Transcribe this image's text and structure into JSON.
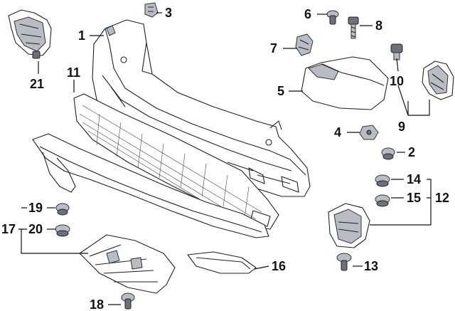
{
  "callouts": [
    {
      "id": "1",
      "label": "1"
    },
    {
      "id": "2",
      "label": "2"
    },
    {
      "id": "3",
      "label": "3"
    },
    {
      "id": "4",
      "label": "4"
    },
    {
      "id": "5",
      "label": "5"
    },
    {
      "id": "6",
      "label": "6"
    },
    {
      "id": "7",
      "label": "7"
    },
    {
      "id": "8",
      "label": "8"
    },
    {
      "id": "9",
      "label": "9"
    },
    {
      "id": "10",
      "label": "10"
    },
    {
      "id": "11",
      "label": "11"
    },
    {
      "id": "12",
      "label": "12"
    },
    {
      "id": "13",
      "label": "13"
    },
    {
      "id": "14",
      "label": "14"
    },
    {
      "id": "15",
      "label": "15"
    },
    {
      "id": "16",
      "label": "16"
    },
    {
      "id": "17",
      "label": "17"
    },
    {
      "id": "18",
      "label": "18"
    },
    {
      "id": "19",
      "label": "19"
    },
    {
      "id": "20",
      "label": "20"
    },
    {
      "id": "21",
      "label": "21"
    }
  ],
  "colors": {
    "ink": "#111111",
    "part_gray": "#b8bcc4",
    "part_dark": "#6d7078"
  }
}
